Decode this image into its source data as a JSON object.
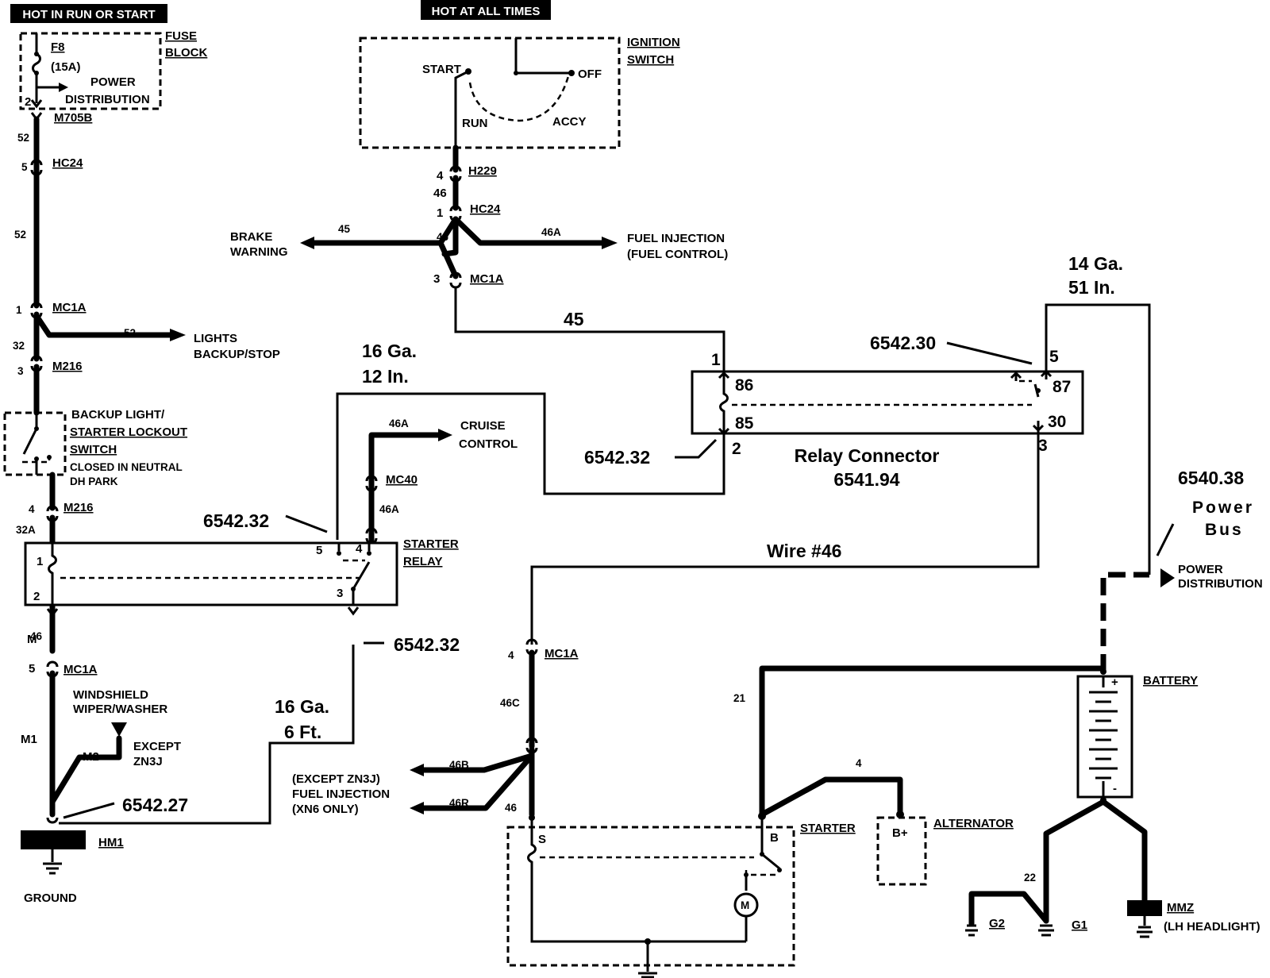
{
  "headers": {
    "hot_run_start": "HOT IN RUN OR START",
    "hot_all_times": "HOT AT ALL TIMES"
  },
  "fuse_block": {
    "label_1": "FUSE",
    "label_2": "BLOCK",
    "fuse": "F8",
    "rating": "(15A)",
    "power_1": "POWER",
    "power_2": "DISTRIBUTION",
    "pin": "2",
    "connector": "M705B"
  },
  "ignition_switch": {
    "label_1": "IGNITION",
    "label_2": "SWITCH",
    "start": "START",
    "off": "OFF",
    "run": "RUN",
    "accy": "ACCY"
  },
  "left_column": {
    "w52a": "52",
    "hc24_pin": "5",
    "hc24": "HC24",
    "w52b": "52",
    "mc1a_pin": "1",
    "mc1a": "MC1A",
    "w32": "32",
    "m216_pin": "3",
    "m216": "M216",
    "lights_wire": "52",
    "lights_1": "LIGHTS",
    "lights_2": "BACKUP/STOP"
  },
  "backup_switch": {
    "label_1": "BACKUP LIGHT/",
    "label_2": "STARTER LOCKOUT",
    "label_3": "SWITCH",
    "note_1": "CLOSED IN NEUTRAL",
    "note_2": "DH PARK",
    "m216_pin": "4",
    "m216": "M216",
    "wire": "32A"
  },
  "starter_relay": {
    "label_1": "STARTER",
    "label_2": "RELAY",
    "pin1": "1",
    "pin2": "2",
    "pin3": "3",
    "pin4": "4",
    "pin5": "5",
    "ref_top": "6542.32",
    "ref_bottom": "6542.32",
    "wire46": "46"
  },
  "cruise": {
    "wire": "46A",
    "mc40": "MC40",
    "wire_b": "46A",
    "label_1": "CRUISE",
    "label_2": "CONTROL"
  },
  "ignition_column": {
    "h229_pin": "4",
    "h229": "H229",
    "w46": "46",
    "hc24_pin": "1",
    "hc24": "HC24",
    "w45": "45",
    "w46b": "46",
    "w46a": "46A",
    "mc1a_pin": "3",
    "mc1a": "MC1A",
    "brake_1": "BRAKE",
    "brake_2": "WARNING",
    "fuel_1": "FUEL INJECTION",
    "fuel_2": "(FUEL CONTROL)"
  },
  "annotations": {
    "wire45": "45",
    "ga16_12_a": "16 Ga.",
    "ga16_12_b": "12 In.",
    "ga14_a": "14 Ga.",
    "ga14_b": "51 In.",
    "ga16_6_a": "16 Ga.",
    "ga16_6_b": "6 Ft.",
    "wire46": "Wire #46",
    "ref_3230": "6542.30",
    "ref_3232": "6542.32",
    "ref_2727": "6542.27",
    "power_bus_ref": "6540.38",
    "power_bus_1": "Power",
    "power_bus_2": "Bus"
  },
  "relay_connector": {
    "title": "Relay Connector",
    "number": "6541.94",
    "pin1": "1",
    "pin2": "2",
    "pin3": "3",
    "pin5": "5",
    "p86": "86",
    "p85": "85",
    "p87": "87",
    "p30": "30"
  },
  "lower_left": {
    "w_m": "M",
    "mc1a_pin": "5",
    "mc1a": "MC1A",
    "wiper_1": "WINDSHIELD",
    "wiper_2": "WIPER/WASHER",
    "except_1": "EXCEPT",
    "except_2": "ZN3J",
    "m1": "M1",
    "m2": "M2",
    "hm1": "HM1",
    "ground": "GROUND"
  },
  "starter_circuit": {
    "mc1a_pin": "4",
    "mc1a": "MC1A",
    "w46c": "46C",
    "w46b": "46B",
    "w46r": "46R",
    "w46": "46",
    "fi_1": "(EXCEPT ZN3J)",
    "fi_2": "FUEL INJECTION",
    "fi_3": "(XN6 ONLY)",
    "s": "S",
    "b": "B",
    "m": "M",
    "starter": "STARTER",
    "w21": "21",
    "w4": "4"
  },
  "power_side": {
    "alternator": "ALTERNATOR",
    "bplus": "B+",
    "battery": "BATTERY",
    "plus": "+",
    "minus": "-",
    "pd_1": "POWER",
    "pd_2": "DISTRIBUTION",
    "w22": "22",
    "g1": "G1",
    "g2": "G2",
    "mmz": "MMZ",
    "headlight": "(LH HEADLIGHT)"
  }
}
